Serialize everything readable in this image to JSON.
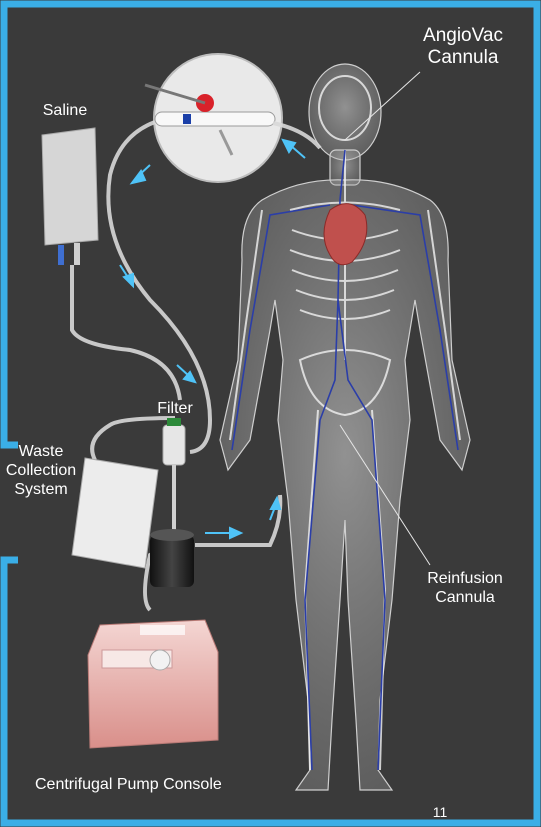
{
  "labels": {
    "angiovac_line1": "AngioVac",
    "angiovac_line2": "Cannula",
    "saline": "Saline",
    "filter": "Filter",
    "waste_line1": "Waste",
    "waste_line2": "Collection",
    "waste_line3": "System",
    "reinfusion_line1": "Reinfusion",
    "reinfusion_line2": "Cannula",
    "pump_console": "Centrifugal Pump Console"
  },
  "page_number": "11",
  "colors": {
    "background": "#3a3a3a",
    "frame_border": "#3aaee6",
    "flow_arrow": "#4fc3f7",
    "vein": "#2b3ea8",
    "heart": "#c0504d",
    "pump_console": "#e8b0ac"
  }
}
